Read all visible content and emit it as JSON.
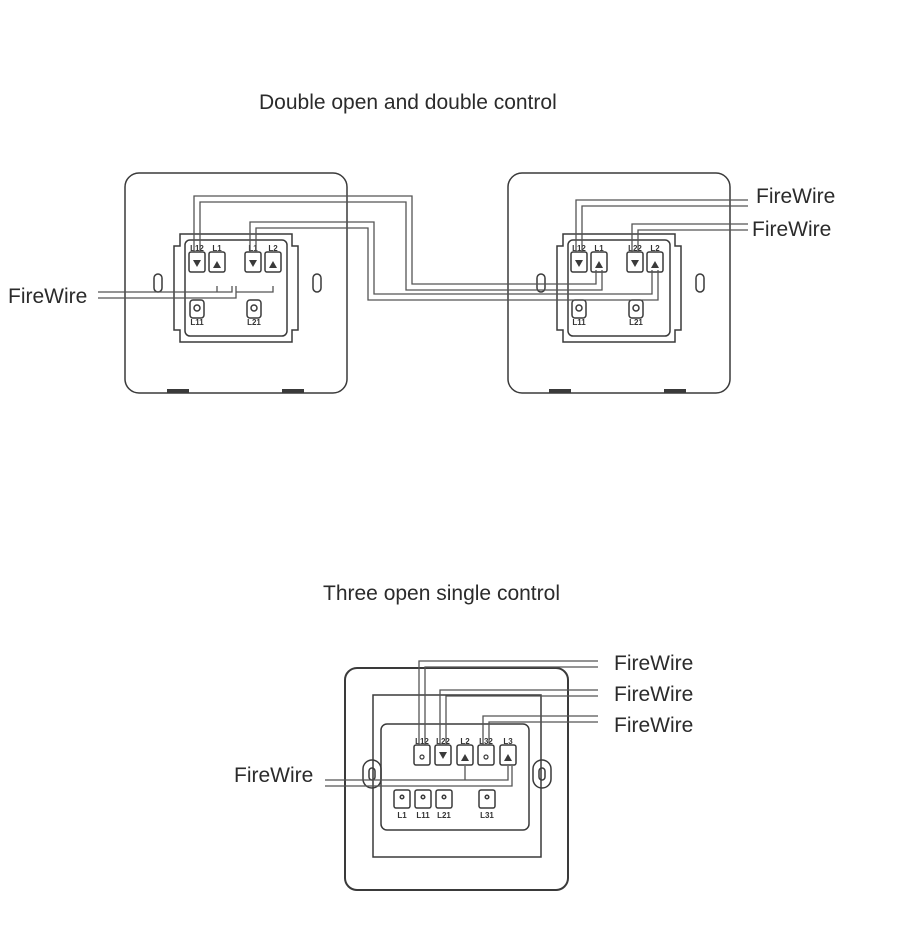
{
  "diagram1": {
    "title": "Double open and double control",
    "left_switch": {
      "wire_label": "FireWire",
      "terminals_top": [
        "L12",
        "L1",
        "L1",
        "L2"
      ],
      "terminals_bottom": [
        "L11",
        "L21"
      ]
    },
    "right_switch": {
      "wire_labels": [
        "FireWire",
        "FireWire"
      ],
      "terminals_top": [
        "L12",
        "L1",
        "L22",
        "L2"
      ],
      "terminals_bottom": [
        "L11",
        "L21"
      ]
    }
  },
  "diagram2": {
    "title": "Three open single control",
    "input_label": "FireWire",
    "output_labels": [
      "FireWire",
      "FireWire",
      "FireWire"
    ],
    "terminals_top": [
      "L12",
      "L22",
      "L2",
      "L32",
      "L3"
    ],
    "terminals_bottom": [
      "L1",
      "L11",
      "L21",
      "L31"
    ]
  },
  "colors": {
    "line": "#3a3a3a",
    "wire": "#555555",
    "text": "#2b2b2b",
    "background": "#ffffff"
  }
}
